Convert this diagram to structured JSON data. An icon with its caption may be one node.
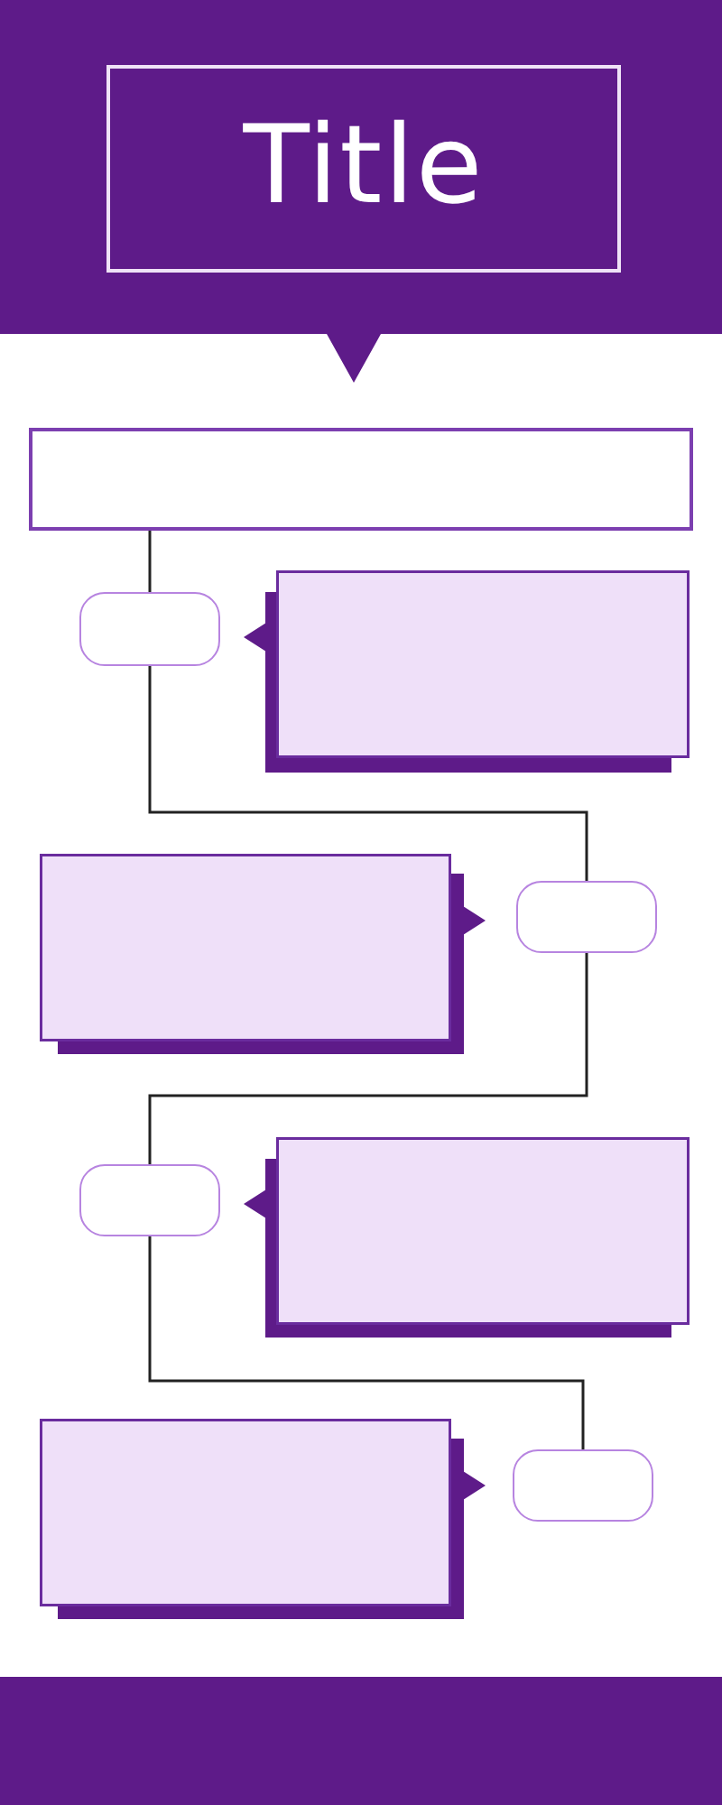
{
  "diagram": {
    "title": "Title",
    "nodes": [
      {
        "text": [],
        "shape": "box"
      },
      {
        "text": [],
        "shape": "pill"
      },
      {
        "text": [],
        "shape": "box"
      },
      {
        "text": [],
        "shape": "box"
      },
      {
        "text": [],
        "shape": "pill"
      },
      {
        "text": [],
        "shape": "pill"
      },
      {
        "text": [],
        "shape": "box"
      },
      {
        "text": [],
        "shape": "box"
      },
      {
        "text": [],
        "shape": "pill"
      }
    ],
    "edges": [
      {
        "from": 0,
        "to": 1,
        "arrow": "none"
      },
      {
        "from": 1,
        "to": 4,
        "arrow": "none"
      },
      {
        "from": 4,
        "to": 5,
        "arrow": "none"
      },
      {
        "from": 5,
        "to": 8,
        "arrow": "none"
      }
    ]
  }
}
